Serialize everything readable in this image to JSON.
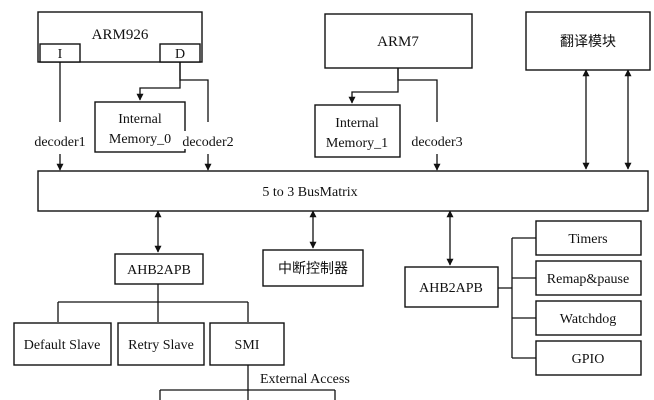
{
  "blocks": {
    "arm926": "ARM926",
    "arm926_i": "I",
    "arm926_d": "D",
    "arm7": "ARM7",
    "translate": "翻译模块",
    "internal_memory_0": [
      "Internal",
      "Memory_0"
    ],
    "internal_memory_1": [
      "Internal",
      "Memory_1"
    ],
    "busmatrix": "5 to 3 BusMatrix",
    "ahb2apb_left": "AHB2APB",
    "interrupt_controller": "中断控制器",
    "ahb2apb_right": "AHB2APB",
    "timers": "Timers",
    "remap_pause": "Remap&pause",
    "watchdog": "Watchdog",
    "gpio": "GPIO",
    "default_slave": "Default Slave",
    "retry_slave": "Retry Slave",
    "smi": "SMI"
  },
  "labels": {
    "decoder1": "decoder1",
    "decoder2": "decoder2",
    "decoder3": "decoder3",
    "external_access": "External Access"
  },
  "colors": {
    "ink": "#111111",
    "background": "#ffffff"
  }
}
